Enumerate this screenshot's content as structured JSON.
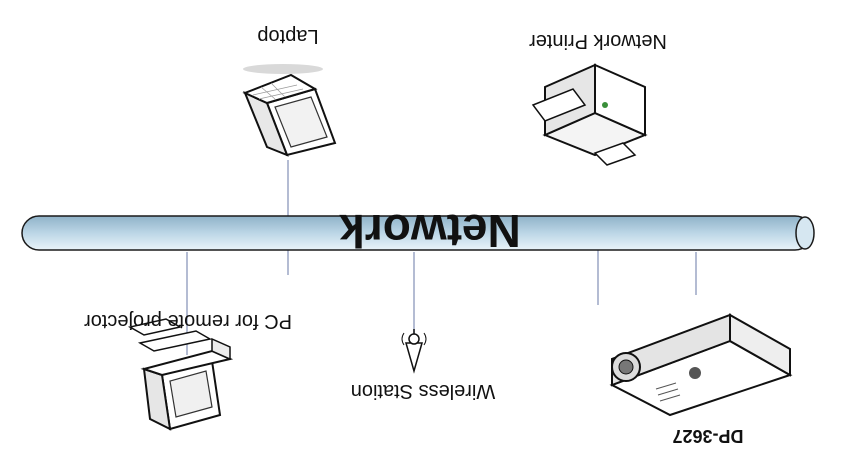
{
  "diagram": {
    "network_label": "Network",
    "nodes": {
      "laptop": "Laptop",
      "printer": "Network Printer",
      "pc": "PC for remote projector",
      "wireless": "Wireless Station",
      "projector": "DP-3627"
    }
  },
  "colors": {
    "bus_fill": "#bcd6e6",
    "bus_stroke": "#1a1a1a",
    "line": "#9aa6c4",
    "shadow": "#d9d9d9"
  }
}
